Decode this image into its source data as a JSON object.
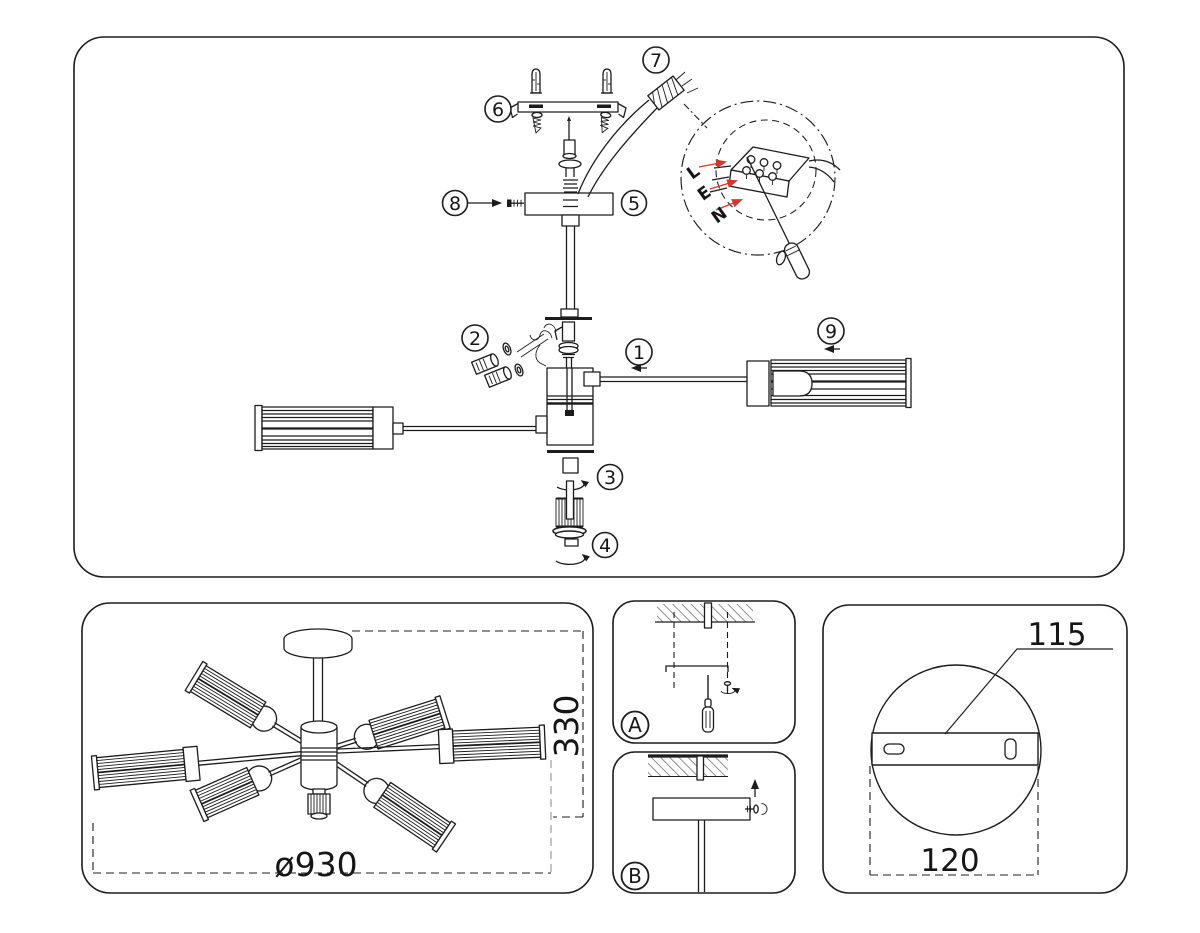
{
  "top_panel": {
    "callouts": {
      "c1": "1",
      "c2": "2",
      "c3": "3",
      "c4": "4",
      "c5": "5",
      "c6": "6",
      "c7": "7",
      "c8": "8",
      "c9": "9"
    },
    "wiring": {
      "live": "L",
      "earth": "E",
      "neutral": "N"
    }
  },
  "dimensions": {
    "height": "330",
    "diameter": "ø930",
    "bracket_length": "115",
    "canopy_width": "120"
  },
  "steps": {
    "a": "A",
    "b": "B"
  },
  "colors": {
    "ink": "#1c1c1c",
    "accent_red": "#d4382d"
  }
}
